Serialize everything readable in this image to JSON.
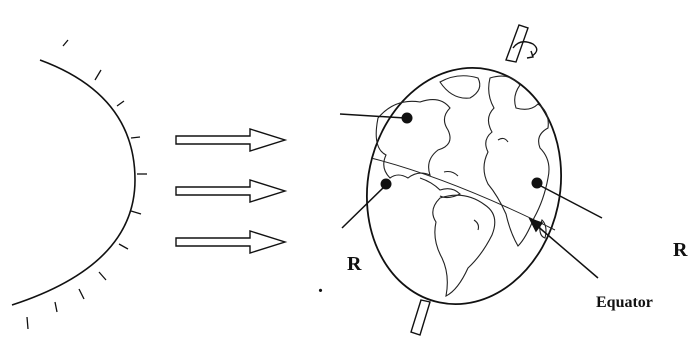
{
  "labels": {
    "r_left": "R",
    "r_right": "R",
    "equator": "Equator",
    "dot": "."
  },
  "colors": {
    "ink": "#111111",
    "paper": "#ffffff"
  },
  "icons": {
    "sun": "sun-outline-icon",
    "ray_arrows": "hollow-arrow-icon",
    "globe": "tilted-earth-globe-icon",
    "rotation": "rotation-arrow-icon"
  }
}
